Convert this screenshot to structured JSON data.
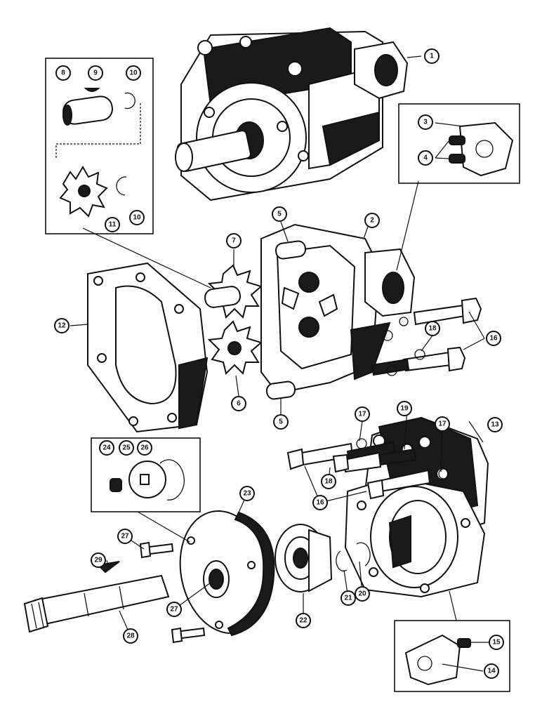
{
  "callouts": {
    "c1": "1",
    "c2": "2",
    "c3": "3",
    "c4": "4",
    "c5a": "5",
    "c5b": "5",
    "c6": "6",
    "c7": "7",
    "c8": "8",
    "c9": "9",
    "c10a": "10",
    "c10b": "10",
    "c11": "11",
    "c12": "12",
    "c13": "13",
    "c14": "14",
    "c15": "15",
    "c16a": "16",
    "c16b": "16",
    "c17a": "17",
    "c17b": "17",
    "c18a": "18",
    "c18b": "18",
    "c19": "19",
    "c20": "20",
    "c21": "21",
    "c22": "22",
    "c23": "23",
    "c24": "24",
    "c25": "25",
    "c26": "26",
    "c27a": "27",
    "c27b": "27",
    "c28": "28",
    "c29": "29"
  }
}
